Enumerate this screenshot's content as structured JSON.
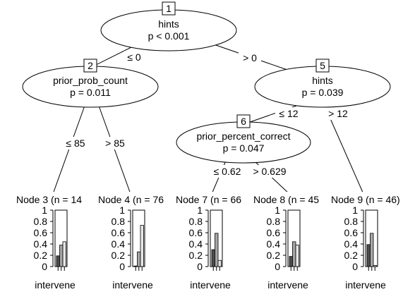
{
  "tree": {
    "inner_nodes": [
      {
        "id": "1",
        "variable": "hints",
        "pvalue": "p < 0.001"
      },
      {
        "id": "2",
        "variable": "prior_prob_count",
        "pvalue": "p = 0.011"
      },
      {
        "id": "5",
        "variable": "hints",
        "pvalue": "p = 0.039"
      },
      {
        "id": "6",
        "variable": "prior_percent_correct",
        "pvalue": "p = 0.047"
      }
    ],
    "edges": [
      {
        "label": "≤ 0"
      },
      {
        "label": "> 0"
      },
      {
        "label": "≤ 85"
      },
      {
        "label": "> 85"
      },
      {
        "label": "≤ 12"
      },
      {
        "label": "> 12"
      },
      {
        "label": "≤ 0.62"
      },
      {
        "label": "> 0.629"
      }
    ],
    "terminal_nodes": [
      {
        "title": "Node 3 (n = 14",
        "xlabel": "intervene"
      },
      {
        "title": "Node 4 (n = 76",
        "xlabel": "intervene"
      },
      {
        "title": "Node 7 (n = 66",
        "xlabel": "intervene"
      },
      {
        "title": "Node 8 (n = 45",
        "xlabel": "intervene"
      },
      {
        "title": "Node 9 (n = 46)",
        "xlabel": "intervene"
      }
    ],
    "y_ticks": [
      "1",
      "0.8",
      "0.6",
      "0.4",
      "0.2",
      "0"
    ]
  },
  "chart_data": [
    {
      "type": "bar",
      "node": "Node 3",
      "values": [
        0.19,
        0.38,
        0.44
      ],
      "ylim": [
        0,
        1
      ]
    },
    {
      "type": "bar",
      "node": "Node 4",
      "values": [
        0.01,
        0.26,
        0.73
      ],
      "ylim": [
        0,
        1
      ]
    },
    {
      "type": "bar",
      "node": "Node 7",
      "values": [
        0.3,
        0.59,
        0.11
      ],
      "ylim": [
        0,
        1
      ]
    },
    {
      "type": "bar",
      "node": "Node 8",
      "values": [
        0.18,
        0.44,
        0.38
      ],
      "ylim": [
        0,
        1
      ]
    },
    {
      "type": "bar",
      "node": "Node 9",
      "values": [
        0.39,
        0.59,
        0.02
      ],
      "ylim": [
        0,
        1
      ]
    }
  ],
  "colors": {
    "bar_fills": [
      "#4d4d4d",
      "#a6a6a6",
      "#e6e6e6"
    ],
    "stroke": "#000000",
    "background": "#ffffff"
  }
}
